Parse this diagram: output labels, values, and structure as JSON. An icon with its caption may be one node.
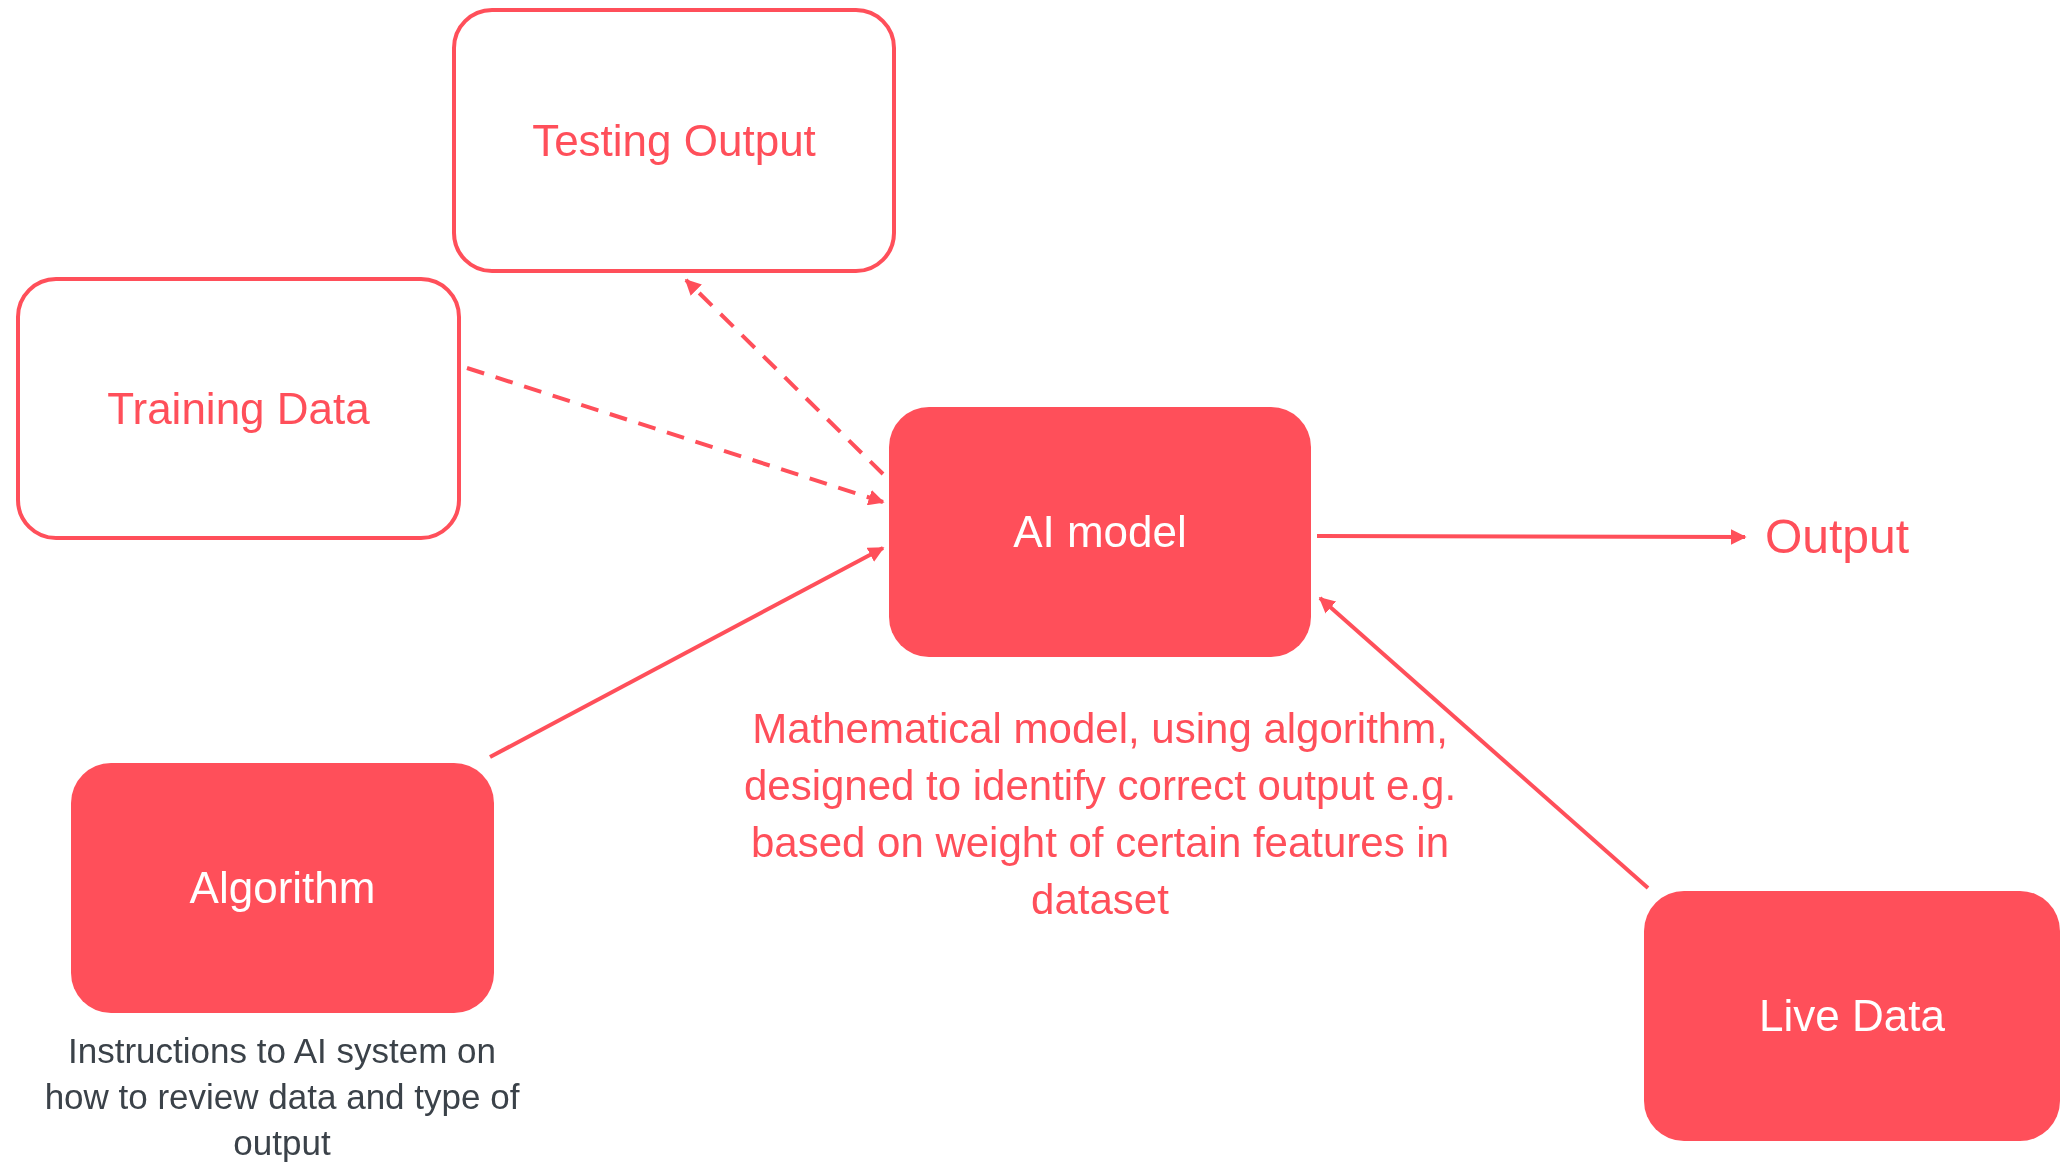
{
  "diagram": {
    "nodes": [
      {
        "text": [
          "Testing Output"
        ]
      },
      {
        "text": [
          "Training Data"
        ]
      },
      {
        "text": [
          "AI model"
        ],
        "beside": [
          "Mathematical model, using algorithm, designed to identify correct output e.g. based on weight of certain features in dataset"
        ]
      },
      {
        "text": [
          "Output"
        ]
      },
      {
        "text": [
          "Algorithm"
        ],
        "beside": [
          "Instructions to AI system on how to review data and type of output"
        ]
      },
      {
        "text": [
          "Live Data"
        ]
      }
    ],
    "edges": [
      {
        "from": 1,
        "to": 2,
        "arrow": "to",
        "style": "dashed"
      },
      {
        "from": 2,
        "to": 0,
        "arrow": "to",
        "style": "dashed"
      },
      {
        "from": 4,
        "to": 2,
        "arrow": "to"
      },
      {
        "from": 2,
        "to": 3,
        "arrow": "to"
      },
      {
        "from": 5,
        "to": 2,
        "arrow": "to"
      }
    ]
  }
}
